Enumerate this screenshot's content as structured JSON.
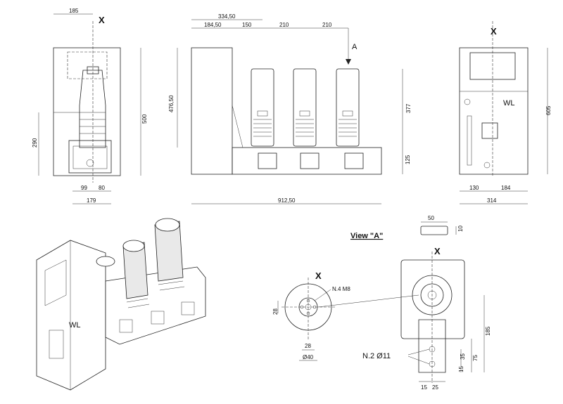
{
  "axis_label": "X",
  "view_a_arrow": "A",
  "view_a_title": "View \"A\"",
  "logo_text": "WL",
  "side_view": {
    "top_width": "185",
    "height_total": "500",
    "height_lower": "290",
    "base_left": "99",
    "base_right": "80",
    "base_total": "179"
  },
  "front_view": {
    "pitch_first": "334,50",
    "offset": "184,50",
    "pitch_1": "150",
    "pitch_2": "210",
    "pitch_3": "210",
    "panel_height": "476,50",
    "pole_height": "377",
    "base_height": "125",
    "total_width": "912,50"
  },
  "end_view": {
    "height": "605",
    "width_left": "130",
    "width_right": "184",
    "width_total": "314"
  },
  "terminal_view": {
    "thread": "N.4 M8",
    "hole_spacing": "28",
    "bolt_circle": "28",
    "diameter": "Ø40"
  },
  "plate_view": {
    "plate_width": "50",
    "plate_thickness": "10",
    "holes": "N.2 Ø11",
    "height_185": "185",
    "height_75": "75",
    "height_35": "35",
    "height_15": "15",
    "spacing_15": "15",
    "spacing_25": "25"
  }
}
